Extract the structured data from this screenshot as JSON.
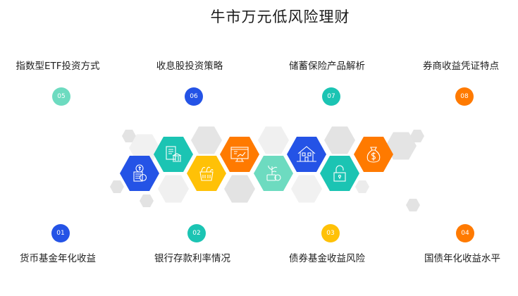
{
  "title": "牛市万元低风险理财",
  "colors": {
    "blue": "#2453e6",
    "teal": "#1bc4b3",
    "yellow": "#ffc107",
    "orange": "#ff7a00",
    "mint": "#6ddbc0",
    "gray_light": "#efefef",
    "gray_mid": "#e2e2e2"
  },
  "items_top": [
    {
      "num": "05",
      "label": "指数型ETF投资方式",
      "color": "#6ddbc0"
    },
    {
      "num": "06",
      "label": "收息股投资策略",
      "color": "#2453e6"
    },
    {
      "num": "07",
      "label": "储蓄保险产品解析",
      "color": "#1bc4b3"
    },
    {
      "num": "08",
      "label": "券商收益凭证特点",
      "color": "#ff7a00"
    }
  ],
  "items_bottom": [
    {
      "num": "01",
      "label": "货币基金年化收益",
      "color": "#2453e6"
    },
    {
      "num": "02",
      "label": "银行存款利率情况",
      "color": "#1bc4b3"
    },
    {
      "num": "03",
      "label": "债券基金收益风险",
      "color": "#ffc107"
    },
    {
      "num": "04",
      "label": "国债年化收益水平",
      "color": "#ff7a00"
    }
  ],
  "hex_icons": [
    {
      "name": "money-document-icon",
      "color": "#2453e6"
    },
    {
      "name": "bank-document-icon",
      "color": "#1bc4b3"
    },
    {
      "name": "basket-icon",
      "color": "#ffc107"
    },
    {
      "name": "monitor-chart-icon",
      "color": "#ff7a00"
    },
    {
      "name": "plant-money-icon",
      "color": "#6ddbc0"
    },
    {
      "name": "house-icon",
      "color": "#2453e6"
    },
    {
      "name": "padlock-icon",
      "color": "#1bc4b3"
    },
    {
      "name": "money-bag-icon",
      "color": "#ff7a00"
    }
  ]
}
